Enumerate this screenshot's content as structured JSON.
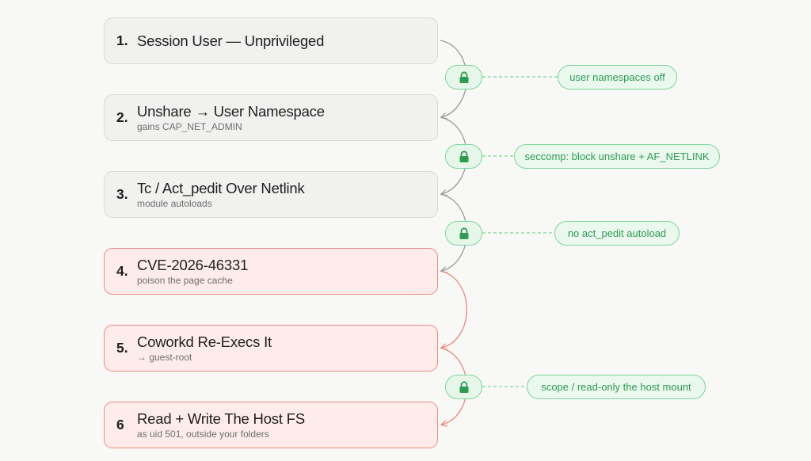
{
  "steps": [
    {
      "number": "1.",
      "title": "Session User — Unprivileged",
      "subtitle": "",
      "status": "neutral"
    },
    {
      "number": "2.",
      "title": "Unshare → User Namespace",
      "subtitle": "gains CAP_NET_ADMIN",
      "status": "neutral"
    },
    {
      "number": "3.",
      "title": "Tc / Act_pedit Over Netlink",
      "subtitle": "module autoloads",
      "status": "neutral"
    },
    {
      "number": "4.",
      "title": "CVE-2026-46331",
      "subtitle": "poison the page cache",
      "status": "danger"
    },
    {
      "number": "5.",
      "title": "Coworkd Re-Execs It",
      "subtitle": "→ guest-root",
      "status": "danger"
    },
    {
      "number": "6",
      "title": "Read + Write The Host FS",
      "subtitle": "as uid 501, outside your folders",
      "status": "danger"
    }
  ],
  "mitigations": [
    {
      "label": "user namespaces off",
      "icon": "lock-icon"
    },
    {
      "label": "seccomp: block unshare + AF_NETLINK",
      "icon": "lock-icon"
    },
    {
      "label": "no act_pedit autoload",
      "icon": "lock-icon"
    },
    {
      "label": "scope / read-only the host mount",
      "icon": "lock-icon"
    }
  ],
  "colors": {
    "neutral_border": "#d9d9d7",
    "neutral_fill": "#f1f1f0",
    "danger_border": "#ec8a80",
    "danger_fill": "#fdecea",
    "mitigation_green": "#2f9a53",
    "mitigation_border": "#7ed59a",
    "neutral_connector": "#9a9a9a",
    "danger_connector": "#e98a80"
  }
}
